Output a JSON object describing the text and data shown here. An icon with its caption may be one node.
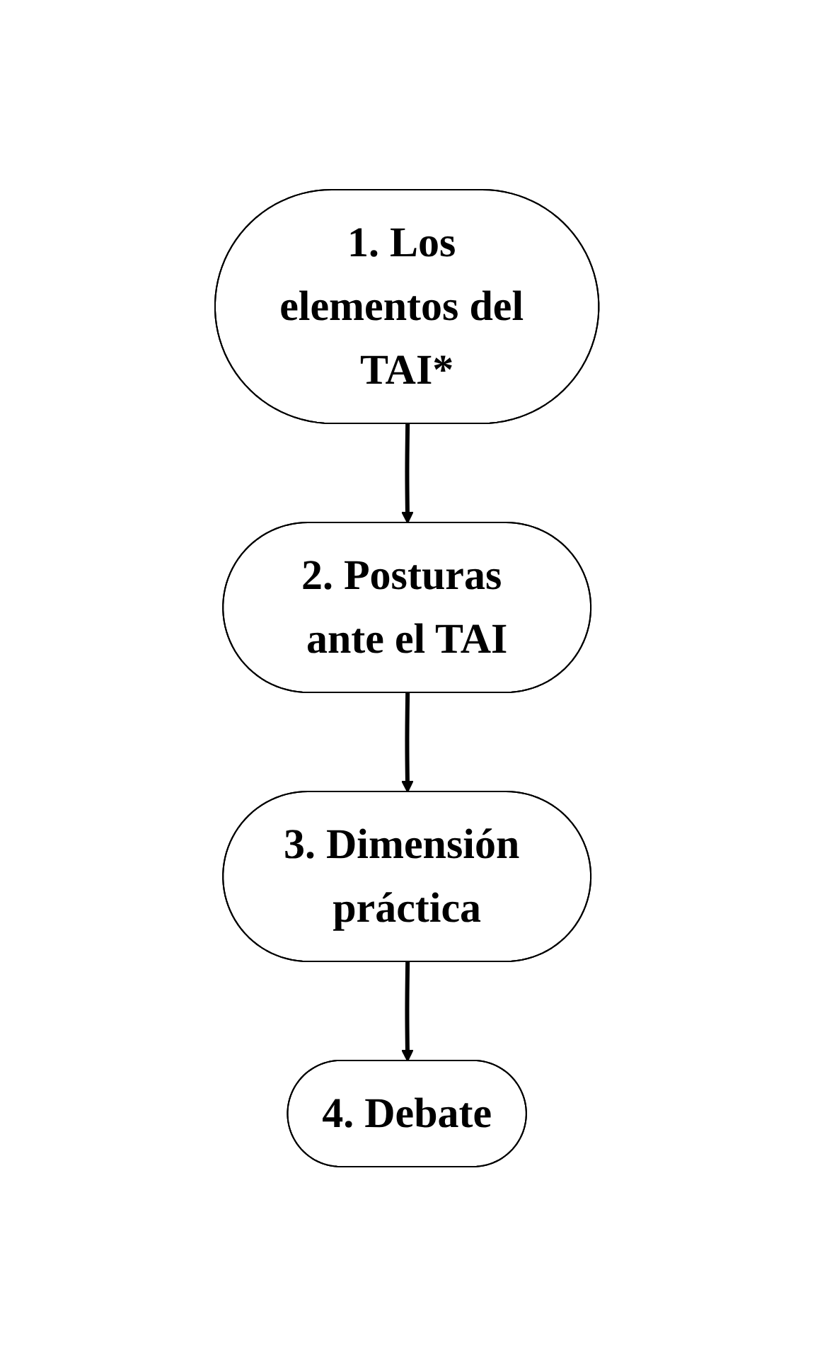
{
  "diagram": {
    "nodes": [
      {
        "text": [
          "1. Los elementos del TAI*"
        ]
      },
      {
        "text": [
          "2. Posturas ante el TAI"
        ]
      },
      {
        "text": [
          "3. Dimensión práctica"
        ]
      },
      {
        "text": [
          "4. Debate"
        ]
      }
    ],
    "edges": [
      {
        "from": 0,
        "to": 1,
        "arrow": "to"
      },
      {
        "from": 1,
        "to": 2,
        "arrow": "to"
      },
      {
        "from": 2,
        "to": 3,
        "arrow": "to"
      }
    ]
  }
}
